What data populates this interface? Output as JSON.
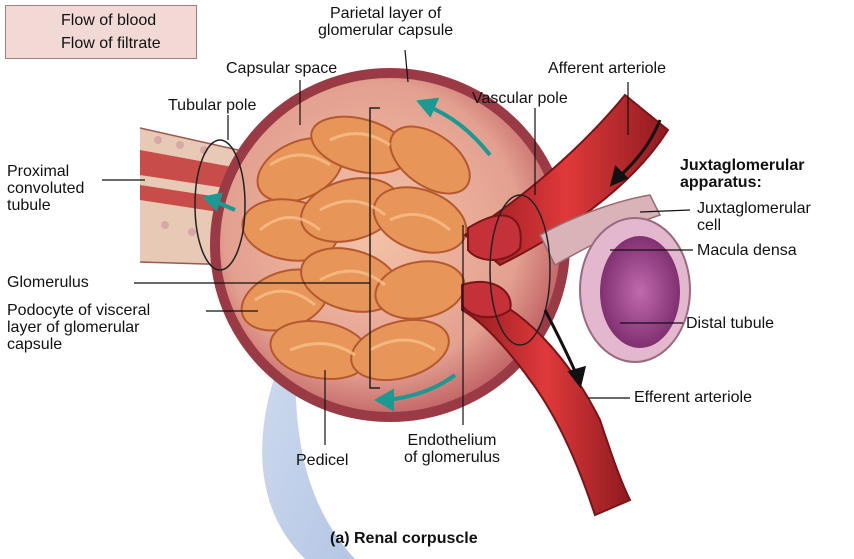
{
  "legend": {
    "items": [
      {
        "label": "Flow of blood",
        "color": "#111111"
      },
      {
        "label": "Flow of filtrate",
        "color": "#1a9a92"
      }
    ]
  },
  "labels": {
    "parietal_layer": "Parietal layer of\nglomerular capsule",
    "capsular_space": "Capsular space",
    "afferent_arteriole": "Afferent arteriole",
    "tubular_pole": "Tubular pole",
    "vascular_pole": "Vascular pole",
    "proximal_tubule": "Proximal\nconvoluted\ntubule",
    "jga_title": "Juxtaglomerular\napparatus:",
    "jg_cell": "Juxtaglomerular\ncell",
    "macula_densa": "Macula densa",
    "glomerulus": "Glomerulus",
    "podocyte": "Podocyte of visceral\nlayer of glomerular\ncapsule",
    "distal_tubule": "Distal tubule",
    "efferent_arteriole": "Efferent arteriole",
    "endothelium": "Endothelium\nof glomerulus",
    "pedicel": "Pedicel"
  },
  "caption": "(a) Renal corpuscle",
  "colors": {
    "capsule": "#b8525a",
    "capillary": "#e08a4c",
    "vessel": "#c0272d",
    "distal": "#8e3c7e",
    "filtrate_arrow": "#1a9a92",
    "blood_arrow": "#111111"
  }
}
